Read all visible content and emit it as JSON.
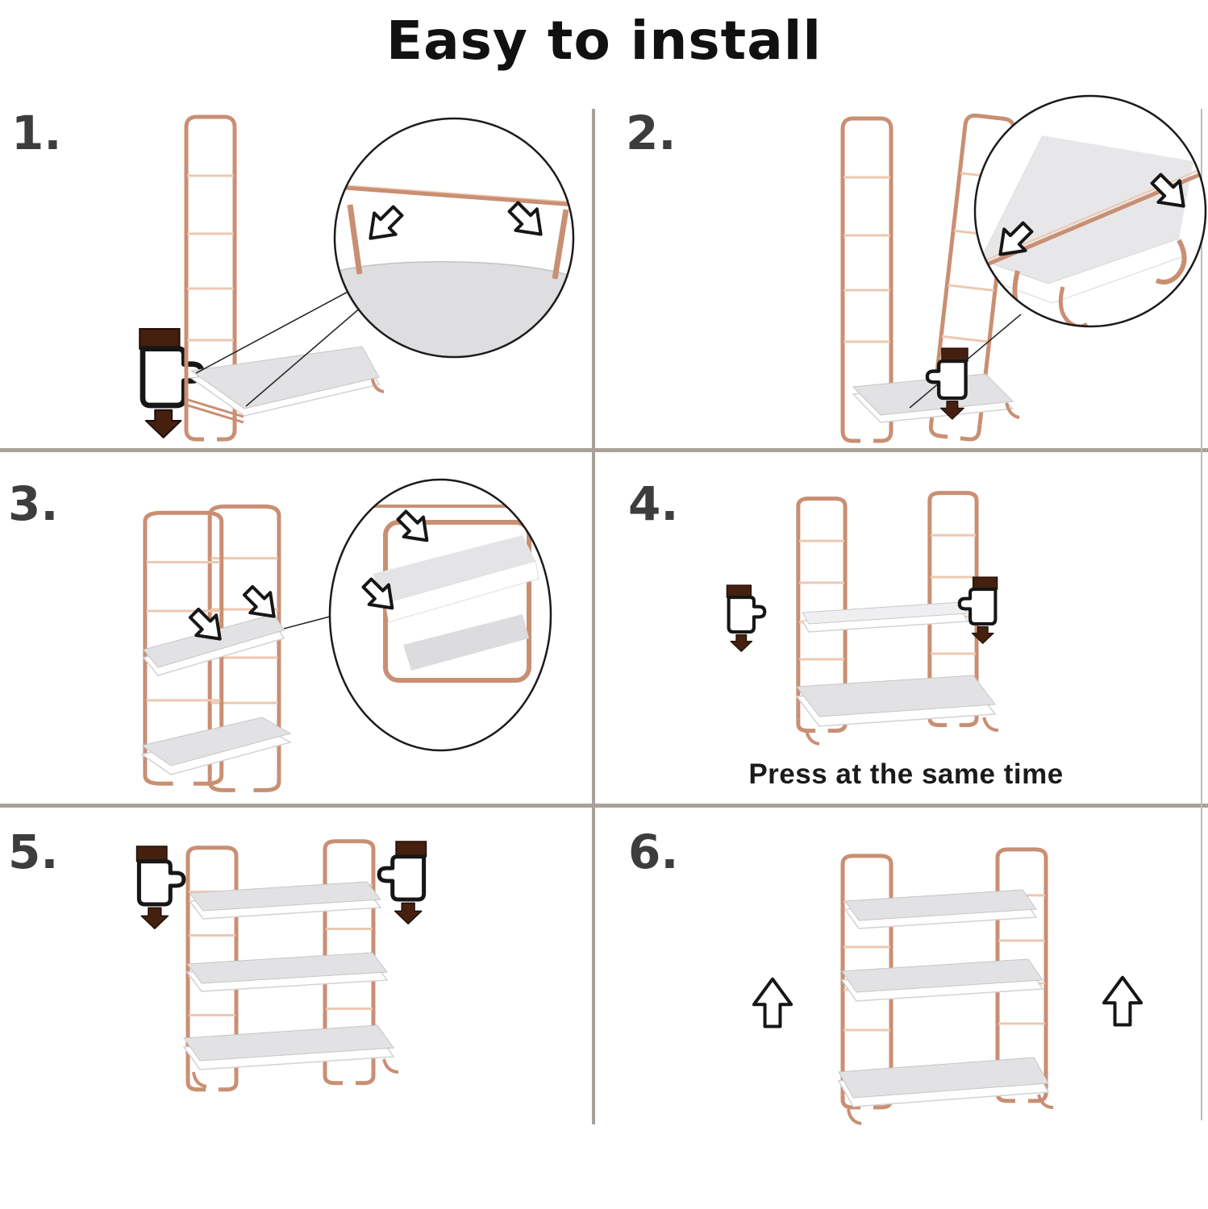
{
  "title": "Easy to install",
  "steps": [
    {
      "number": "1."
    },
    {
      "number": "2."
    },
    {
      "number": "3."
    },
    {
      "number": "4.",
      "caption": "Press at the same time"
    },
    {
      "number": "5."
    },
    {
      "number": "6."
    }
  ],
  "colors": {
    "title_black": "#111111",
    "number_gray": "#3d3d3d",
    "caption_black": "#1b1b1b",
    "divider": "#a8a19a",
    "edge_line": "#c2bcb4",
    "rose_gold": "#c98f73",
    "rose_gold_light": "#ecc9b2",
    "rose_gold_dark": "#a9765c",
    "shelf_gray": "#e2e2e4",
    "shelf_gray_light": "#efeff1",
    "rim_white": "#ffffff",
    "rim_edge": "#d2d2d4",
    "hand_brown": "#45200f",
    "outline_black": "#161616",
    "connector_black": "#2a2a2a"
  },
  "icons": {
    "hand_press_down": "fist-press-down-icon",
    "arrow_down_left": "outline-arrow-down-left-icon",
    "arrow_down_right": "outline-arrow-down-right-icon",
    "arrow_up": "outline-arrow-up-icon",
    "zoom_detail": "magnifier-detail-circle"
  }
}
